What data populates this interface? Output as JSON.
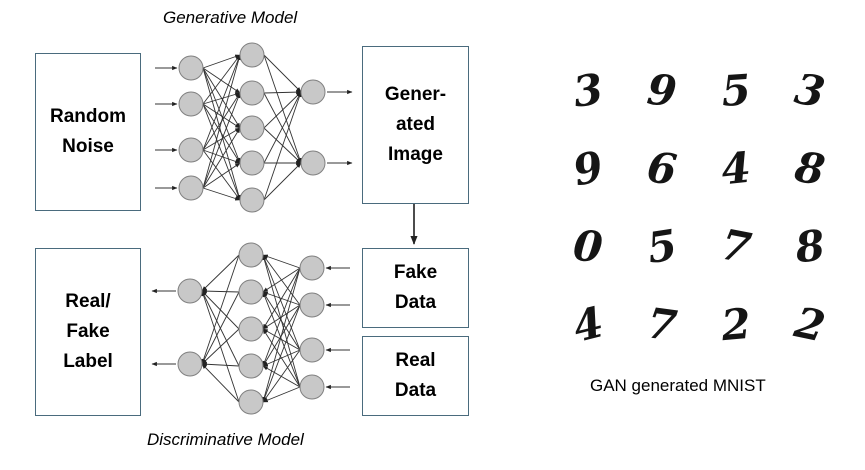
{
  "generative_caption": "Generative Model",
  "discriminative_caption": "Discriminative Model",
  "boxes": {
    "random_noise": "Random\nNoise",
    "generated_image": "Gener-\nated\nImage",
    "fake_data": "Fake\nData",
    "real_data": "Real\nData",
    "real_fake_label": "Real/\nFake\nLabel"
  },
  "mnist_caption": "GAN generated MNIST",
  "mnist_digits": [
    [
      "3",
      "9",
      "5",
      "3"
    ],
    [
      "9",
      "6",
      "4",
      "8"
    ],
    [
      "0",
      "5",
      "7",
      "8"
    ],
    [
      "4",
      "7",
      "2",
      "2"
    ]
  ]
}
